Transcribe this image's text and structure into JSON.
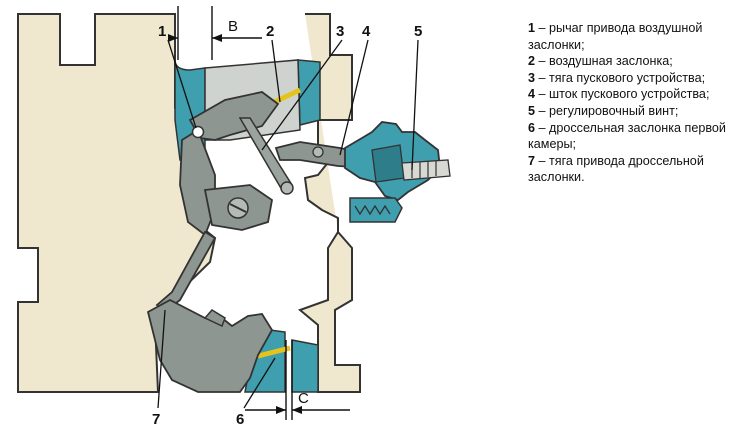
{
  "callouts": [
    "1",
    "2",
    "3",
    "4",
    "5",
    "6",
    "7"
  ],
  "dimensions": {
    "b": "B",
    "c": "C"
  },
  "legend": [
    {
      "num": "1",
      "text": " – рычаг привода воздушной заслонки;"
    },
    {
      "num": "2",
      "text": " – воздушная заслонка;"
    },
    {
      "num": "3",
      "text": " – тяга пускового устройства;"
    },
    {
      "num": "4",
      "text": " – шток пускового устройства;"
    },
    {
      "num": "5",
      "text": " – регулировочный винт;"
    },
    {
      "num": "6",
      "text": " – дроссельная заслонка первой камеры;"
    },
    {
      "num": "7",
      "text": " – тяга привода дроссельной заслонки."
    }
  ],
  "colors": {
    "body": "#efe8cf",
    "outline": "#333333",
    "metal": "#8d9690",
    "channel": "#3f9fae",
    "accent": "#e6c31a"
  }
}
